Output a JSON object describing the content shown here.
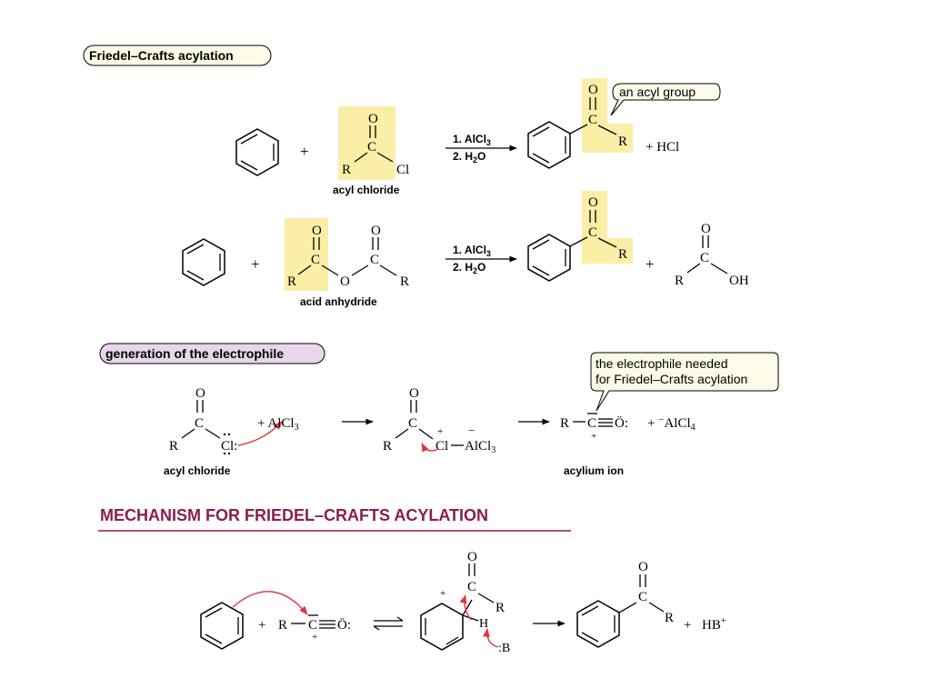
{
  "labels": {
    "fc_title": "Friedel–Crafts acylation",
    "gen_title": "generation of the electrophile",
    "mechanism_title": "MECHANISM FOR FRIEDEL–CRAFTS ACYLATION"
  },
  "callouts": {
    "acyl_group": "an acyl group",
    "electrophile_line1": "the electrophile needed",
    "electrophile_line2": "for Friedel–Crafts acylation"
  },
  "reaction1": {
    "plus": "+",
    "cond1": "1. AlCl",
    "cond1_sub": "3",
    "cond2": "2. H",
    "cond2_sub": "2",
    "cond2_tail": "O",
    "reagent_name": "acyl chloride",
    "product_extra": "+ HCl"
  },
  "reaction2": {
    "plus": "+",
    "cond1": "1. AlCl",
    "cond1_sub": "3",
    "cond2": "2. H",
    "cond2_sub": "2",
    "cond2_tail": "O",
    "reagent_name": "acid anhydride",
    "plus2": "+"
  },
  "electrophile_gen": {
    "plus_alcl3": "+ AlCl",
    "alcl3_sub": "3",
    "cl_lone": "Cl:",
    "complex_cl": "Cl",
    "complex_al": "AlCl",
    "complex_sub": "3",
    "acylium": "R",
    "acylium_c": "C",
    "acylium_o": "Ö:",
    "plus_sign": "+",
    "tetrachloro": "AlCl",
    "tetrachloro_pre": "+ ",
    "tetrachloro_minus": "−",
    "tetrachloro_sub": "4",
    "name1": "acyl chloride",
    "name2": "acylium ion"
  },
  "mechanism": {
    "plus1": "+",
    "acylium_r": "R",
    "acylium_c": "C",
    "acylium_o": "Ö:",
    "h": "H",
    "base": ":B",
    "plus2": "+",
    "hb": "HB",
    "hb_charge": "+"
  },
  "atoms": {
    "O": "O",
    "C": "C",
    "R": "R",
    "Cl": "Cl",
    "OH": "OH"
  },
  "colors": {
    "highlight": "#fbeea6",
    "fc_badge": "#fdfbe8",
    "gen_badge": "#e8d6ea",
    "callout_fill": "#fdfbe8",
    "mechanism_title": "#8c1d4b",
    "red_arrow": "#e5343c"
  }
}
